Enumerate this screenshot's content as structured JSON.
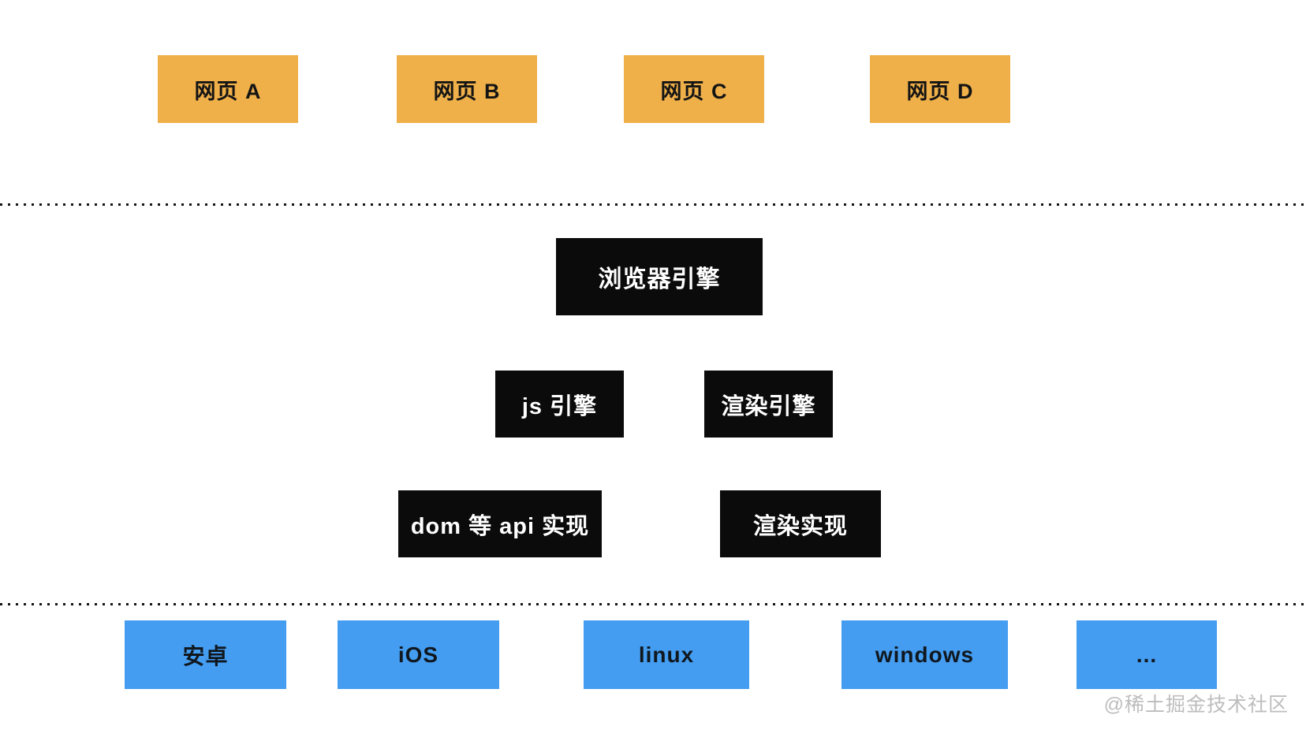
{
  "diagram": {
    "web_pages": [
      {
        "label": "网页 A"
      },
      {
        "label": "网页 B"
      },
      {
        "label": "网页 C"
      },
      {
        "label": "网页 D"
      }
    ],
    "browser_engine": {
      "label": "浏览器引擎"
    },
    "engines": [
      {
        "label": "js 引擎"
      },
      {
        "label": "渲染引擎"
      }
    ],
    "implementations": [
      {
        "label": "dom 等 api 实现"
      },
      {
        "label": "渲染实现"
      }
    ],
    "platforms": [
      {
        "label": "安卓"
      },
      {
        "label": "iOS"
      },
      {
        "label": "linux"
      },
      {
        "label": "windows"
      },
      {
        "label": "..."
      }
    ],
    "watermark": "@稀土掘金技术社区",
    "colors": {
      "webpage_box": "#EFB04A",
      "engine_box": "#0B0B0B",
      "platform_box": "#449DF0",
      "dark_text": "#141414",
      "light_text": "#FFFFFF",
      "watermark_text": "#BDBDBD",
      "background": "#FFFFFF",
      "dotted_line": "#141414"
    }
  }
}
